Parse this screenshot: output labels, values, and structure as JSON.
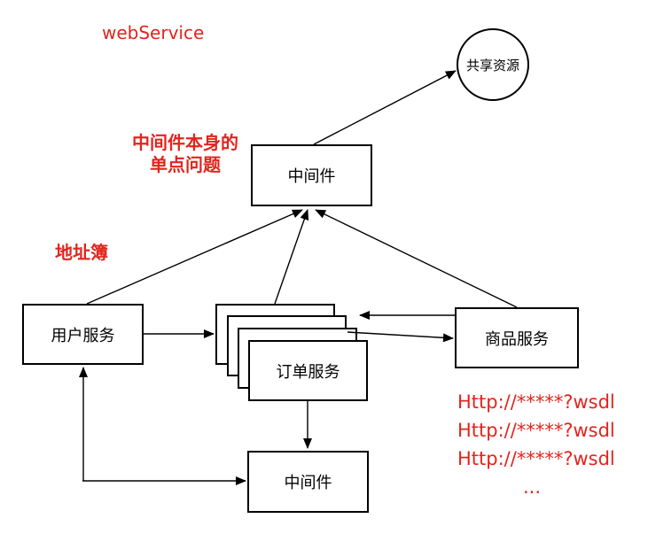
{
  "page": {
    "background": "#ffffff",
    "annotation_color": "#e3241d",
    "line_color": "#000000"
  },
  "annotations": {
    "web_service": "webService",
    "middleware_issue": [
      "中间件本身的",
      "单点问题"
    ],
    "address_book": "地址簿",
    "wsdl_urls": [
      "Http://*****?wsdl",
      "Http://*****?wsdl",
      "Http://*****?wsdl"
    ],
    "wsdl_ellipsis": "..."
  },
  "nodes": {
    "shared_resource": {
      "label": "共享资源",
      "shape": "circle"
    },
    "middleware_top": {
      "label": "中间件",
      "shape": "rect"
    },
    "user_service": {
      "label": "用户服务",
      "shape": "rect"
    },
    "order_service": {
      "label": "订单服务",
      "shape": "stacked-rect"
    },
    "product_service": {
      "label": "商品服务",
      "shape": "rect"
    },
    "middleware_bottom": {
      "label": "中间件",
      "shape": "rect"
    }
  },
  "edges": [
    {
      "from": "middleware_top",
      "to": "shared_resource",
      "bidirectional": false
    },
    {
      "from": "user_service",
      "to": "middleware_top",
      "bidirectional": false
    },
    {
      "from": "order_service",
      "to": "middleware_top",
      "bidirectional": false
    },
    {
      "from": "product_service",
      "to": "middleware_top",
      "bidirectional": false
    },
    {
      "from": "user_service",
      "to": "order_service",
      "bidirectional": false
    },
    {
      "from": "product_service",
      "to": "order_service",
      "bidirectional": false
    },
    {
      "from": "order_service",
      "to": "product_service",
      "bidirectional": false
    },
    {
      "from": "order_service",
      "to": "middleware_bottom",
      "bidirectional": false
    },
    {
      "from": "user_service",
      "to": "middleware_bottom",
      "bidirectional": true
    }
  ]
}
